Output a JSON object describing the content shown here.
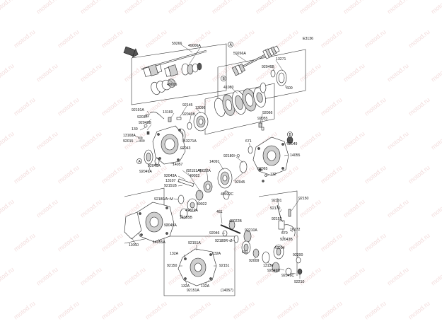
{
  "diagram": {
    "code": "E3136",
    "watermark_text": "motod.ru",
    "reference_marks": {
      "a": "A",
      "b": "B"
    },
    "callouts": {
      "p59266": "59266",
      "p49006A": "49006A",
      "p49006": "49006",
      "p59266A": "59266A",
      "p13271": "13271",
      "p92046B_top": "92046B",
      "p41080": "41080",
      "p600": "600",
      "p92145": "92145",
      "p13169": "13169",
      "p92046B_mid": "92046B",
      "p13096": "13096",
      "p92191A": "92191A",
      "p92037": "92037",
      "p92049B": "92049B",
      "p130": "130",
      "p13168A": "13168A",
      "p92015": "92015",
      "p13271A": "13271A",
      "p92043": "92043",
      "p92066": "92066",
      "p92055": "92055",
      "p671": "671",
      "p92049_r": "92049",
      "p14055": "14055",
      "p92180Q": "92180I~Q",
      "p92065": "92065",
      "p132_r": "132",
      "p92046A": "92046A",
      "p92049A": "92049A",
      "p14057": "14057",
      "p14091": "14091",
      "p49022A": "49022A",
      "p92151A_upper": "(92151A)",
      "p92043A": "92043A",
      "p13107": "13107",
      "p92151B": "92151B",
      "p49022": "49022",
      "p92045": "92045",
      "p49022C": "49022C",
      "p92180AM": "92180/A~M",
      "p49022_b": "49022",
      "p49022A_b": "49022A",
      "p14055B": "14055B",
      "p92045A": "92045A",
      "p11060": "11060",
      "p14055A": "14055A",
      "p481": "481",
      "p49022B": "49022B",
      "p92046": "92046",
      "p92180RZ": "92180R~Z",
      "p92210A": "92210A",
      "p601": "601",
      "p92009": "92009",
      "p92191": "92191",
      "p92150_r": "92150",
      "p92170": "92170",
      "p92152": "92152",
      "p670": "670",
      "p16172": "16172",
      "p92043B": "92043B",
      "p42034": "42034",
      "p13139": "13139",
      "p92049D": "92049D",
      "p92049C": "92049C",
      "p92200": "92200",
      "p92210": "92210",
      "inset_92151A_top": "92151A",
      "inset_132A_tl": "132A",
      "inset_132A_tr": "132A",
      "inset_92150": "92150",
      "inset_92151": "92151",
      "inset_132A_bl": "132A",
      "inset_132A_br": "132A",
      "inset_92151A_bot": "92151A",
      "inset_14057": "(14057)"
    }
  }
}
